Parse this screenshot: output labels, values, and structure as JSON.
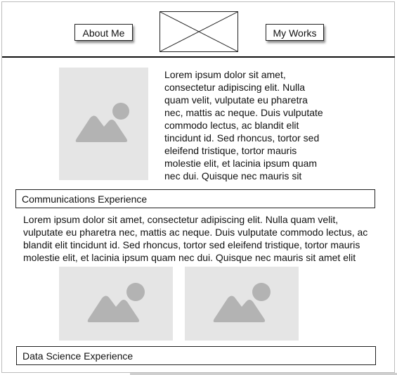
{
  "header": {
    "about_label": "About Me",
    "works_label": "My Works"
  },
  "intro": {
    "text": "Lorem ipsum dolor sit amet, consectetur adipiscing elit. Nulla quam velit, vulputate eu pharetra nec, mattis ac neque. Duis vulputate commodo lectus, ac blandit elit tincidunt id. Sed rhoncus, tortor sed eleifend tristique, tortor mauris molestie elit, et lacinia ipsum quam nec dui. Quisque nec mauris sit"
  },
  "communications": {
    "title": "Communications Experience",
    "text": "Lorem ipsum dolor sit amet, consectetur adipiscing elit. Nulla quam velit, vulputate eu pharetra nec, mattis ac neque. Duis vulputate commodo lectus, ac blandit elit tincidunt id. Sed rhoncus, tortor sed eleifend tristique, tortor mauris molestie elit, et lacinia ipsum quam nec dui. Quisque nec mauris sit amet elit"
  },
  "data_science": {
    "title": "Data Science Experience"
  },
  "colors": {
    "placeholder_bg": "#e5e5e5",
    "placeholder_icon": "#b3b3b3"
  },
  "icons": [
    "image-placeholder-icon",
    "logo-placeholder"
  ]
}
